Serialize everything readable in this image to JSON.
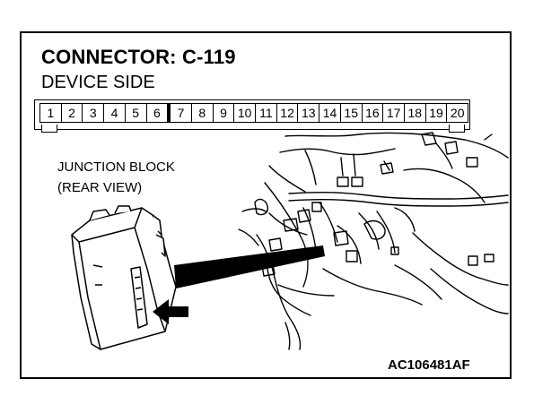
{
  "title": "CONNECTOR: C-119",
  "subtitle": "DEVICE SIDE",
  "pins": [
    "1",
    "2",
    "3",
    "4",
    "5",
    "6",
    "7",
    "8",
    "9",
    "10",
    "11",
    "12",
    "13",
    "14",
    "15",
    "16",
    "17",
    "18",
    "19",
    "20"
  ],
  "callout": {
    "line1": "JUNCTION BLOCK",
    "line2": "(REAR VIEW)"
  },
  "figure_code": "AC106481AF"
}
